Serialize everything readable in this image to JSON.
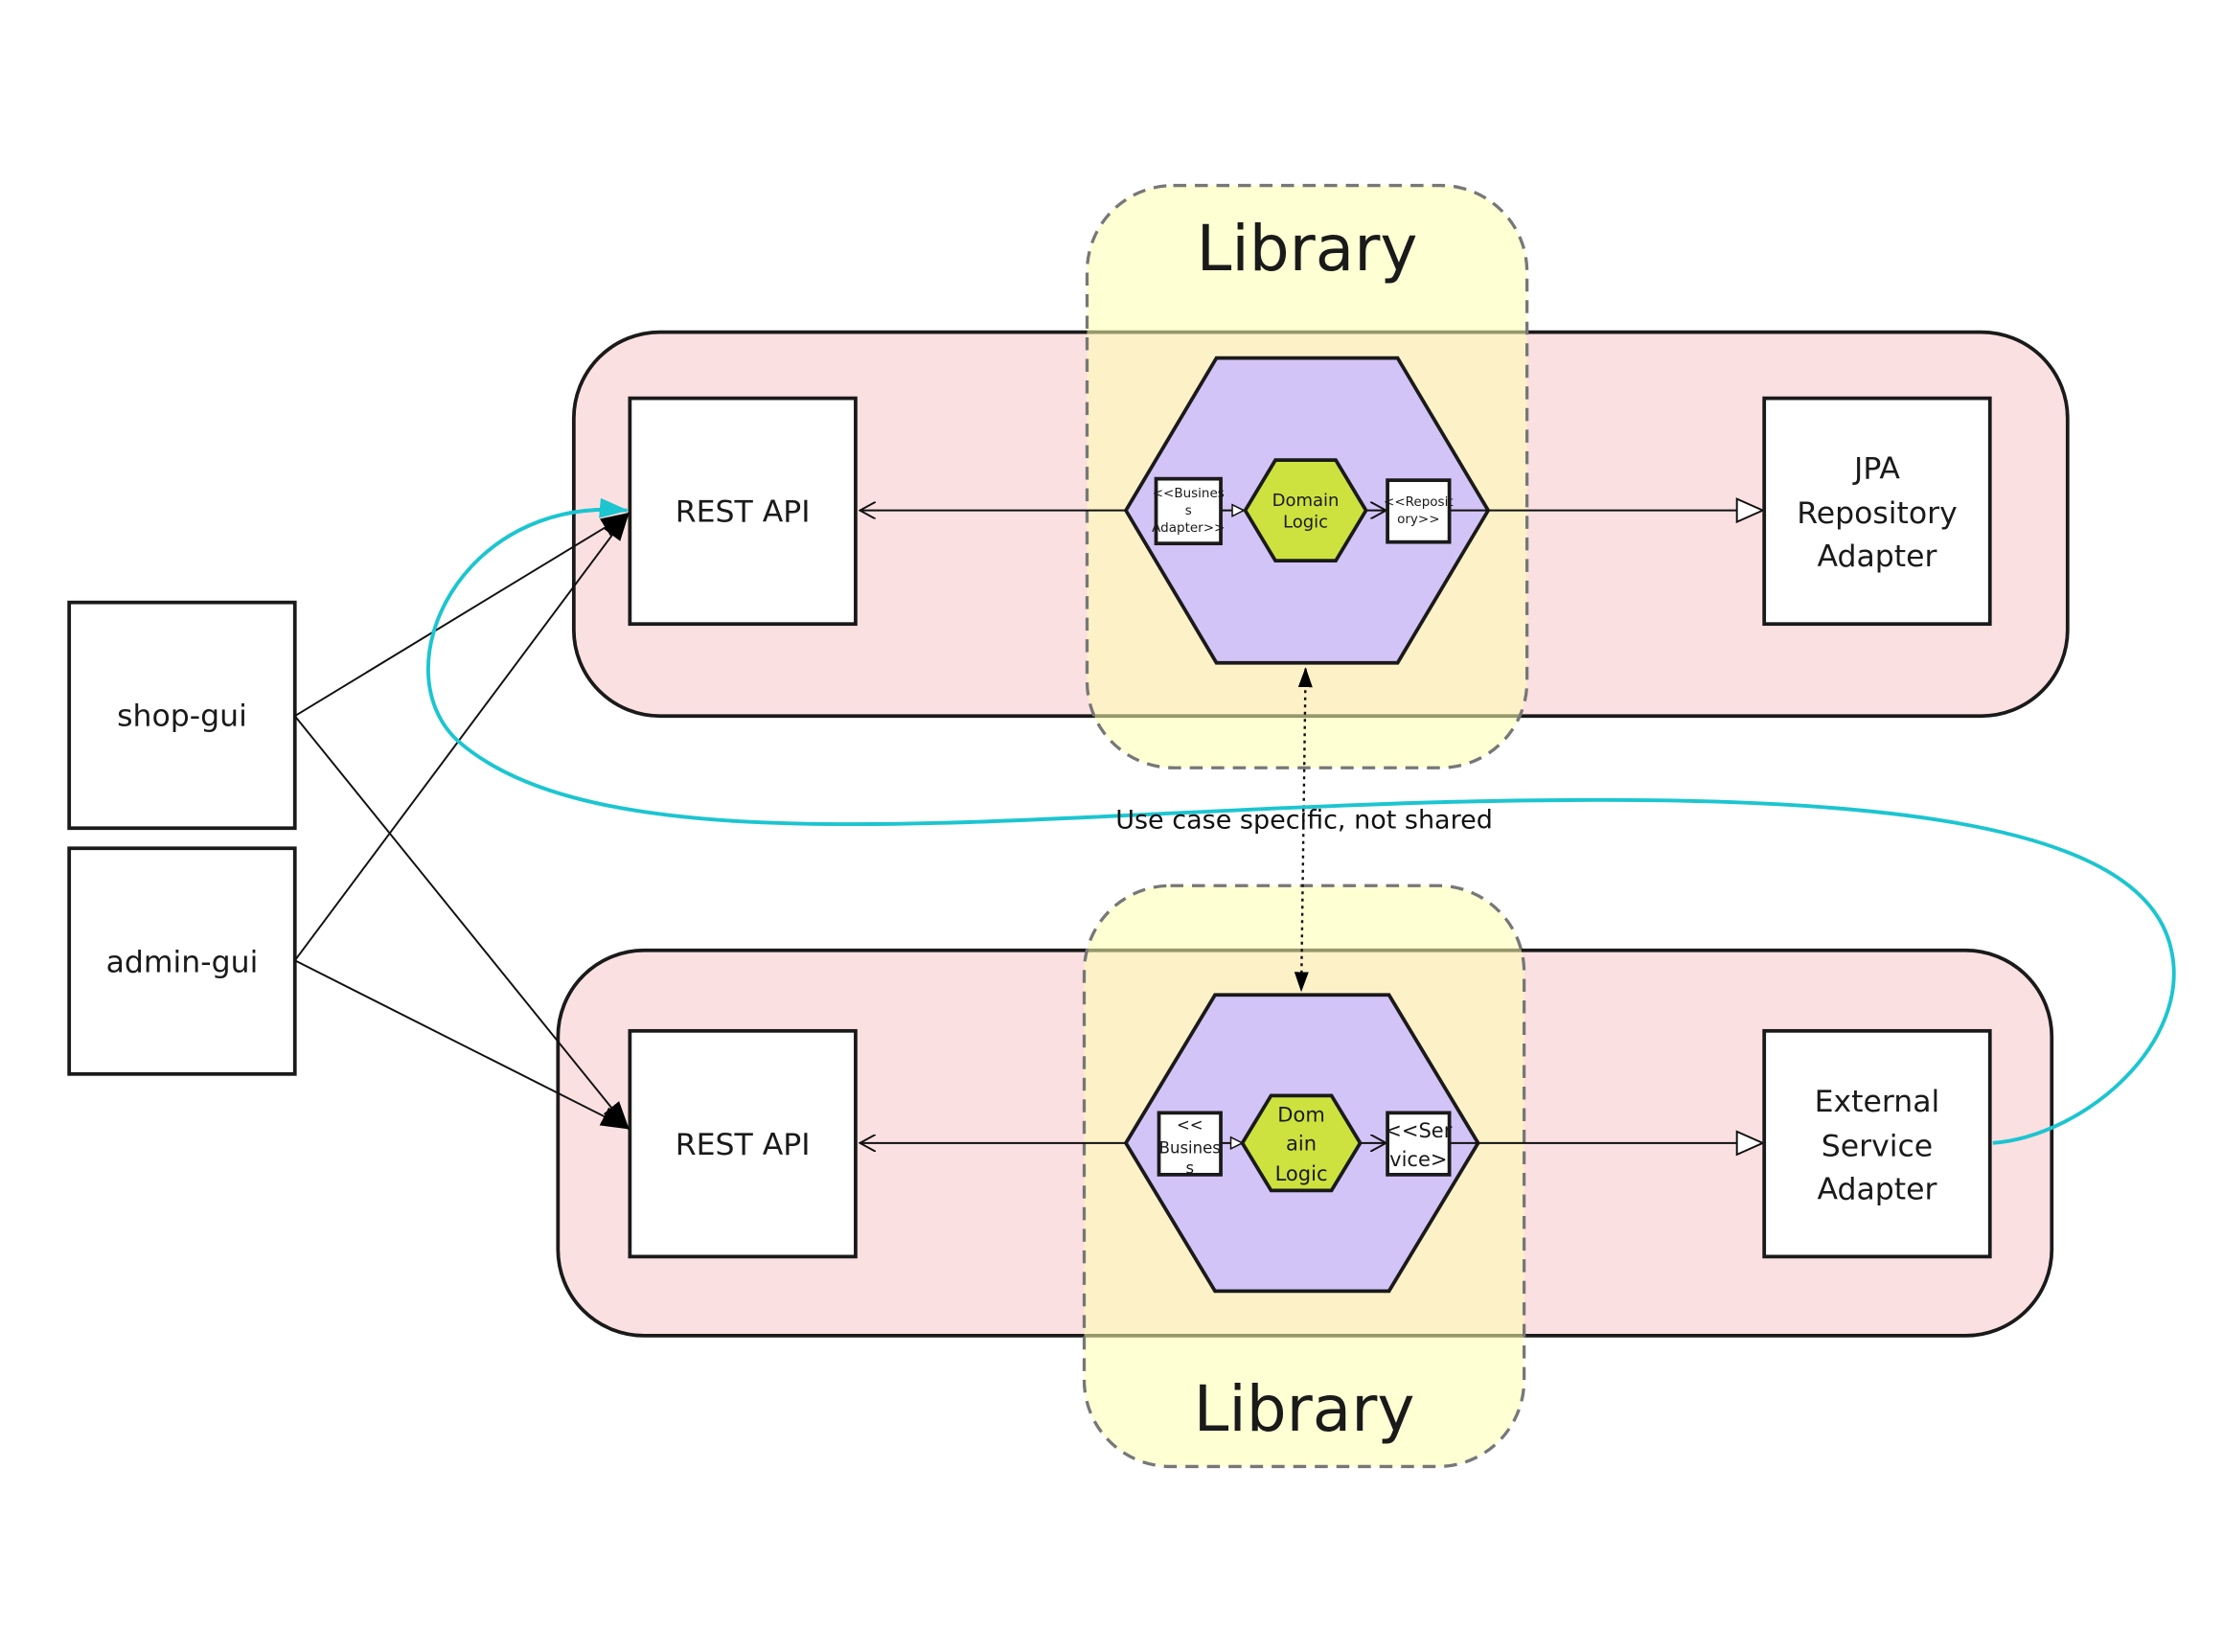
{
  "colors": {
    "deployment": "#fbe0e2",
    "library": "#ffffb0",
    "hexagon": "#d3c4f7",
    "domain": "#cde23f",
    "flow": "#1cc5d0"
  },
  "libraries": [
    {
      "label": "Library"
    },
    {
      "label": "Library"
    }
  ],
  "clients": [
    {
      "label": "shop-gui"
    },
    {
      "label": "admin-gui"
    }
  ],
  "top": {
    "rest_api": "REST API",
    "business_lines": [
      "<<Busines",
      "s",
      "Adapter>>"
    ],
    "domain_lines": [
      "Domain",
      "Logic"
    ],
    "port_lines": [
      "<<Reposit",
      "ory>>"
    ],
    "adapter_lines": [
      "JPA",
      "Repository",
      "Adapter"
    ]
  },
  "bottom": {
    "rest_api": "REST API",
    "business_lines": [
      "<<",
      "Busines",
      "s"
    ],
    "domain_lines": [
      "Dom",
      "ain",
      "Logic"
    ],
    "port_lines": [
      "<<Ser",
      "vice>"
    ],
    "adapter_lines": [
      "External",
      "Service",
      "Adapter"
    ]
  },
  "note": "Use case specific, not shared"
}
